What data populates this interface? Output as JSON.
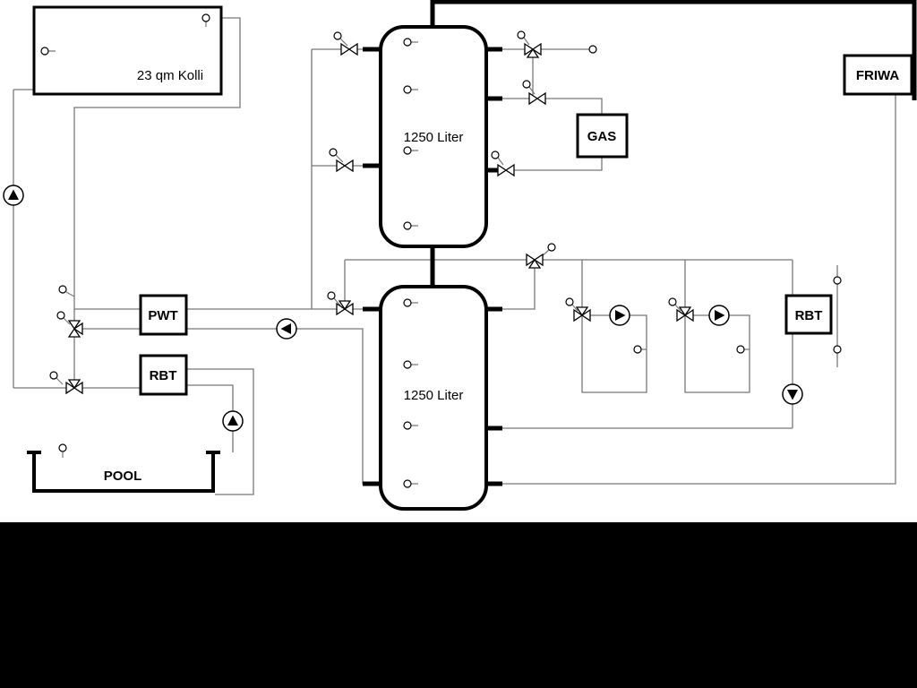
{
  "labels": {
    "collector": "23 qm Kolli",
    "tank_top": "1250 Liter",
    "tank_bottom": "1250 Liter",
    "pwt": "PWT",
    "rbt_left": "RBT",
    "gas": "GAS",
    "friwa": "FRIWA",
    "rbt_right": "RBT",
    "pool": "POOL"
  },
  "colors": {
    "background": "#ffffff",
    "pipe_thin": "#787878",
    "pipe_thick": "#000000",
    "component_outline": "#000000",
    "bottom_band": "#000000"
  }
}
